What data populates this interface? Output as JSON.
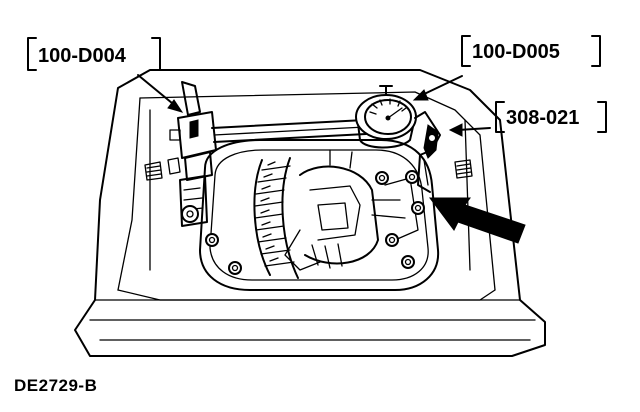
{
  "callouts": {
    "holder": "100-D004",
    "dial_indicator": "100-D005",
    "adapter": "308-021"
  },
  "figure_id": "DE2729-B",
  "colors": {
    "ink": "#000000",
    "paper": "#ffffff"
  }
}
